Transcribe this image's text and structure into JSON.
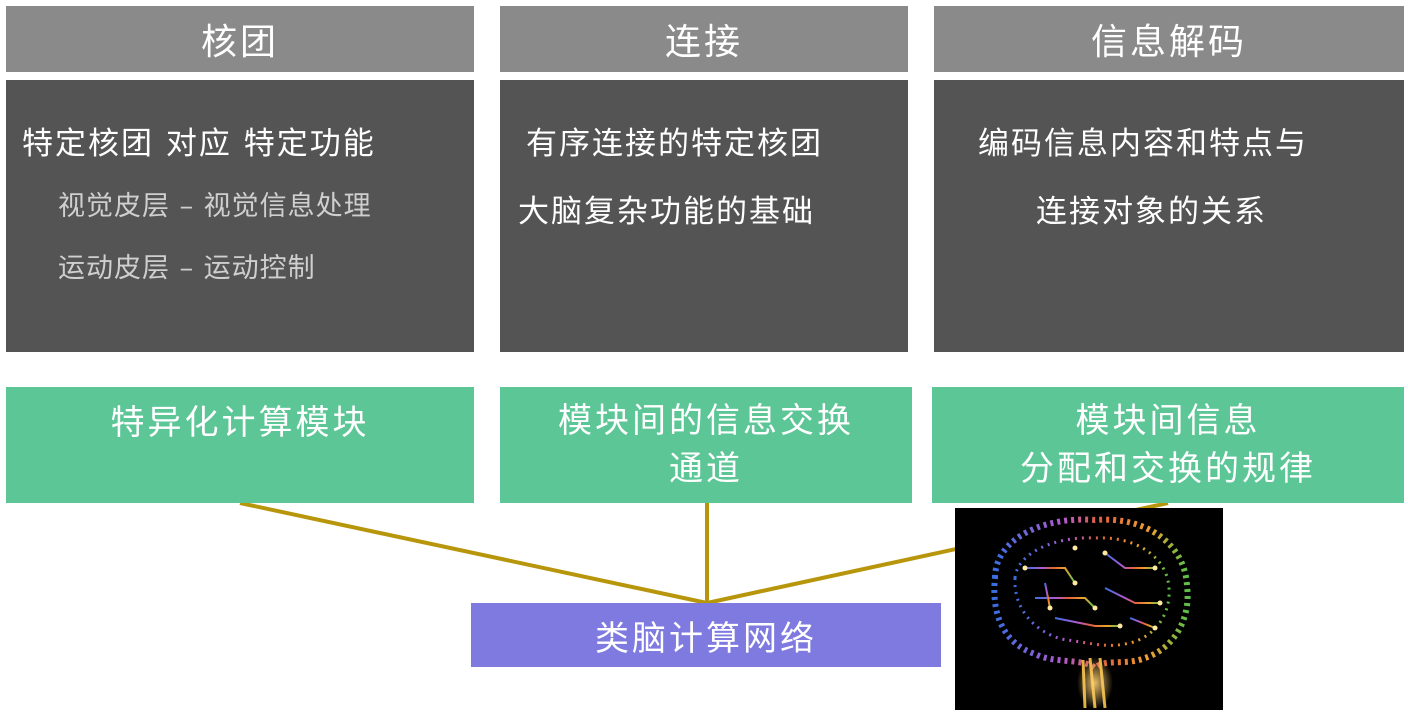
{
  "columns": [
    {
      "header": "核团",
      "body_main": [
        "特定核团 对应 特定功能"
      ],
      "body_sub": [
        "视觉皮层 – 视觉信息处理",
        "运动皮层 – 运动控制"
      ],
      "module": [
        "特异化计算模块"
      ]
    },
    {
      "header": "连接",
      "body_main": [
        "有序连接的特定核团",
        "大脑复杂功能的基础"
      ],
      "body_sub": [],
      "module": [
        "模块间的信息交换",
        "通道"
      ]
    },
    {
      "header": "信息解码",
      "body_main": [
        "编码信息内容和特点与",
        "连接对象的关系"
      ],
      "body_sub": [],
      "module": [
        "模块间信息",
        "分配和交换的规律"
      ]
    }
  ],
  "target": {
    "label": "类脑计算网络"
  },
  "colors": {
    "header_bg": "#8a8a8a",
    "body_bg": "#545454",
    "module_bg": "#5cc697",
    "target_bg": "#7f7ae0",
    "connector": "#b8960c"
  },
  "image": {
    "icon": "circuit-brain-icon"
  }
}
